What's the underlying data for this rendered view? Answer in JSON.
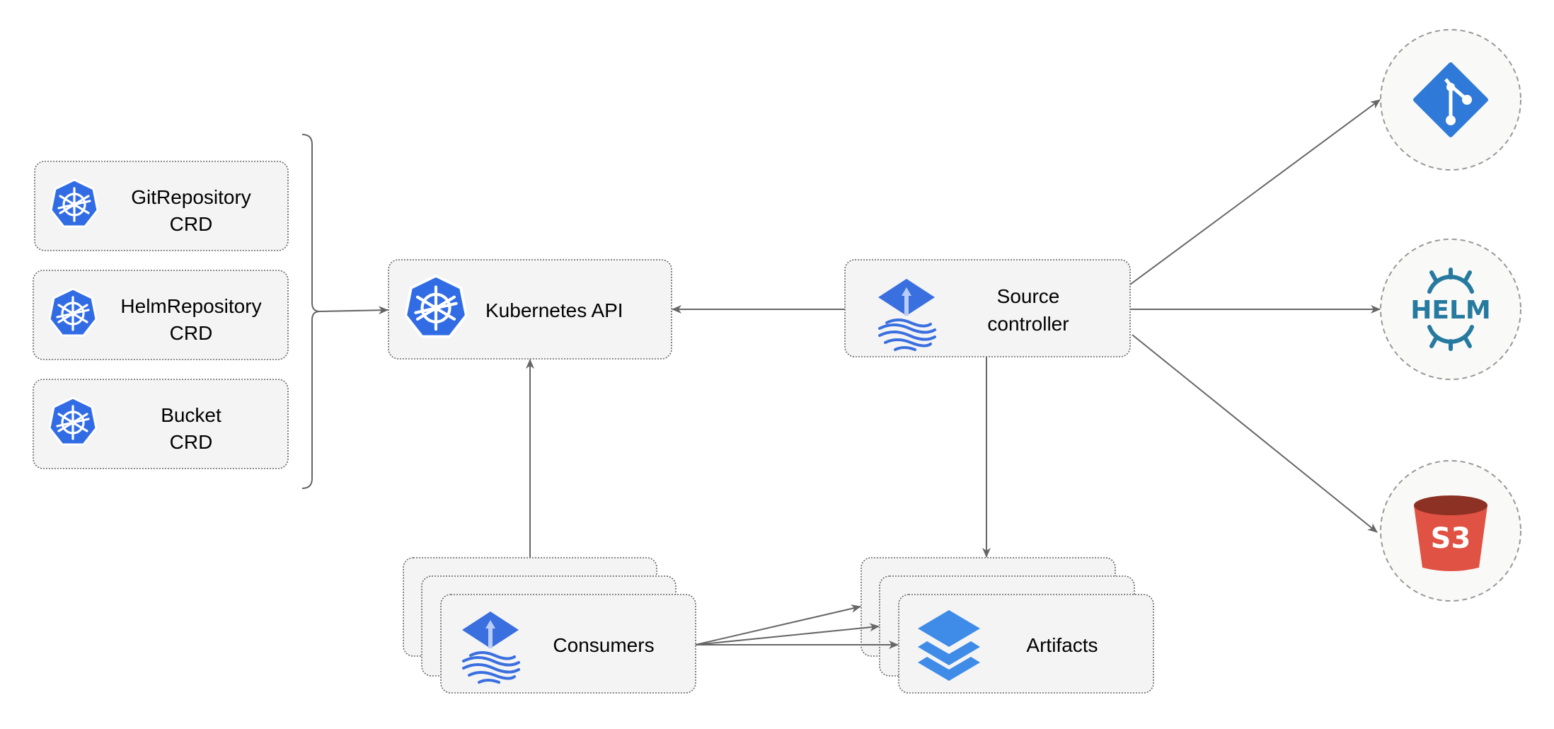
{
  "crds": [
    {
      "line1": "GitRepository",
      "line2": "CRD"
    },
    {
      "line1": "HelmRepository",
      "line2": "CRD"
    },
    {
      "line1": "Bucket",
      "line2": "CRD"
    }
  ],
  "kubernetes_api": {
    "label": "Kubernetes API"
  },
  "source_controller": {
    "line1": "Source",
    "line2": "controller"
  },
  "consumers": {
    "label": "Consumers"
  },
  "artifacts": {
    "label": "Artifacts"
  },
  "sources": {
    "helm_text": "HELM",
    "s3_text": "S3"
  },
  "colors": {
    "kubernetes_blue": "#326ce5",
    "flux_blue": "#3a6fe0",
    "git_blue": "#2f7ad8",
    "helm_teal": "#277a9f",
    "s3_red": "#e05243",
    "s3_dark": "#8c3123",
    "artifacts_blue": "#3f8be8",
    "edge_gray": "#666666"
  }
}
